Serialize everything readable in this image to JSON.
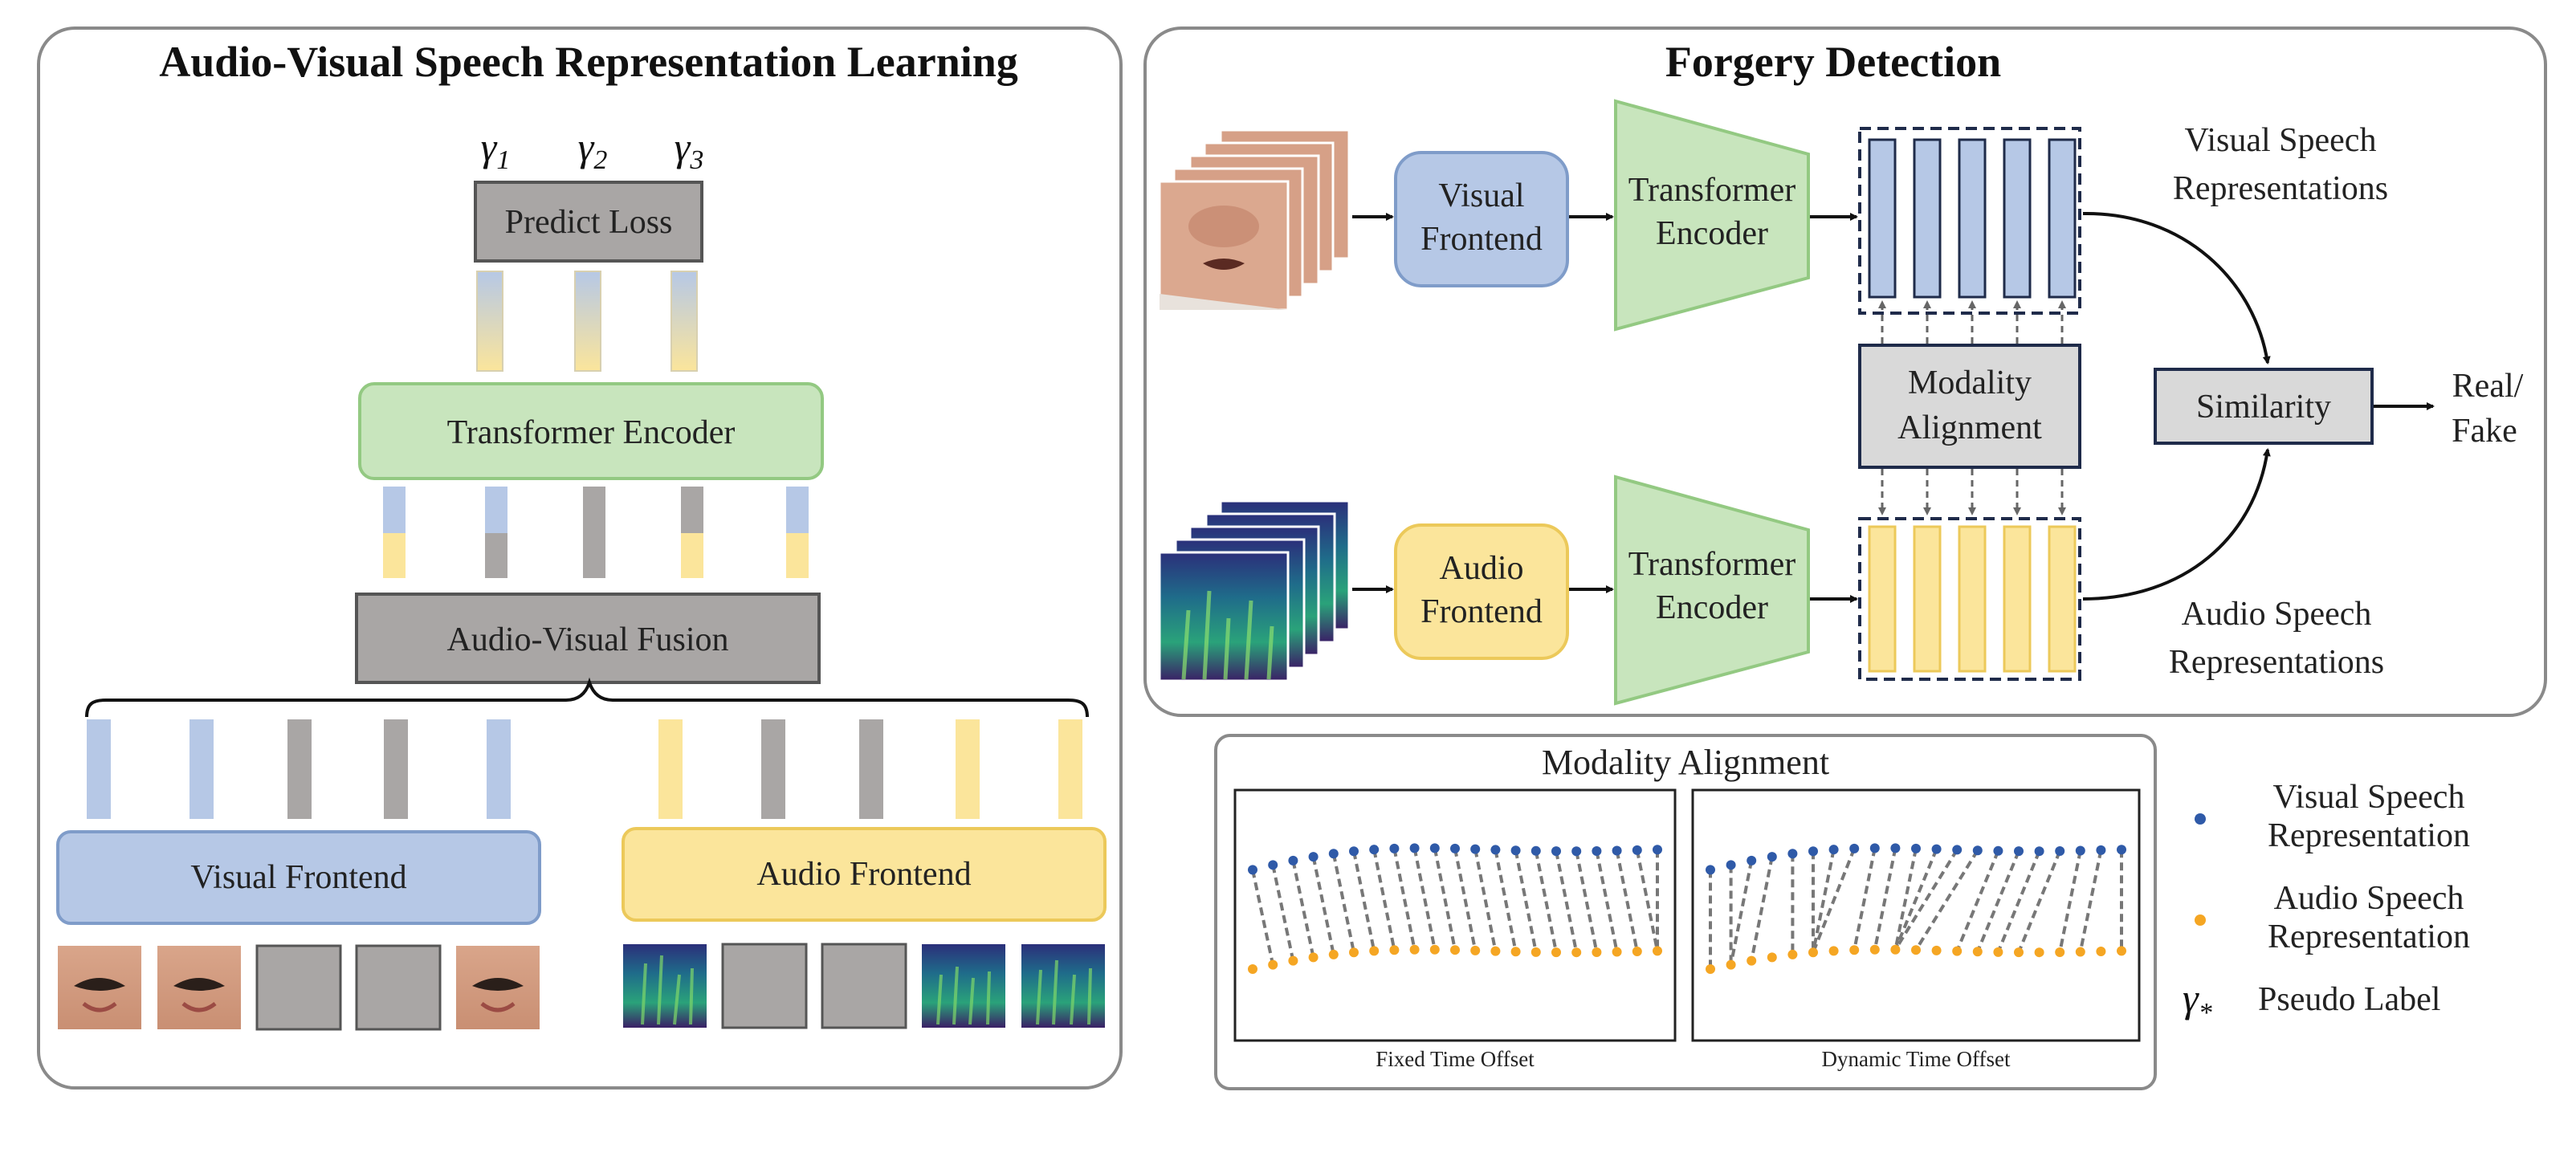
{
  "left_panel": {
    "title": "Audio-Visual Speech Representation Learning",
    "gammas": [
      "γ",
      "γ",
      "γ"
    ],
    "gamma_subs": [
      "1",
      "2",
      "3"
    ],
    "predict_loss": "Predict Loss",
    "transformer_encoder": "Transformer Encoder",
    "fusion": "Audio-Visual Fusion",
    "visual_frontend": "Visual Frontend",
    "audio_frontend": "Audio Frontend"
  },
  "right_panel": {
    "title": "Forgery Detection",
    "visual_frontend": [
      "Visual",
      "Frontend"
    ],
    "audio_frontend": [
      "Audio",
      "Frontend"
    ],
    "transformer_encoder": [
      "Transformer",
      "Encoder"
    ],
    "modality_alignment": [
      "Modality",
      "Alignment"
    ],
    "similarity": "Similarity",
    "output": [
      "Real/",
      "Fake"
    ],
    "visual_repr": [
      "Visual Speech",
      "Representations"
    ],
    "audio_repr": [
      "Audio Speech",
      "Representations"
    ]
  },
  "alignment_panel": {
    "title": "Modality Alignment",
    "fixed_caption": "Fixed Time Offset",
    "dynamic_caption": "Dynamic Time Offset"
  },
  "legend": {
    "visual": [
      "Visual Speech",
      "Representation"
    ],
    "audio": [
      "Audio Speech",
      "Representation"
    ],
    "gamma_symbol": "γ",
    "gamma_sub": "*",
    "pseudo": "Pseudo Label"
  },
  "colors": {
    "blue_fill": "#b6c8e6",
    "blue_stroke": "#7f9cc9",
    "yellow_fill": "#fbe59b",
    "yellow_stroke": "#ecc95a",
    "green_fill": "#c8e5bd",
    "green_stroke": "#93c982",
    "gray_fill": "#a9a6a5",
    "gray_dark": "#555555",
    "similarity_fill": "#d9d9d9",
    "navy": "#1f2b4a",
    "visual_dot": "#2f5aa8",
    "audio_dot": "#f5a623"
  }
}
